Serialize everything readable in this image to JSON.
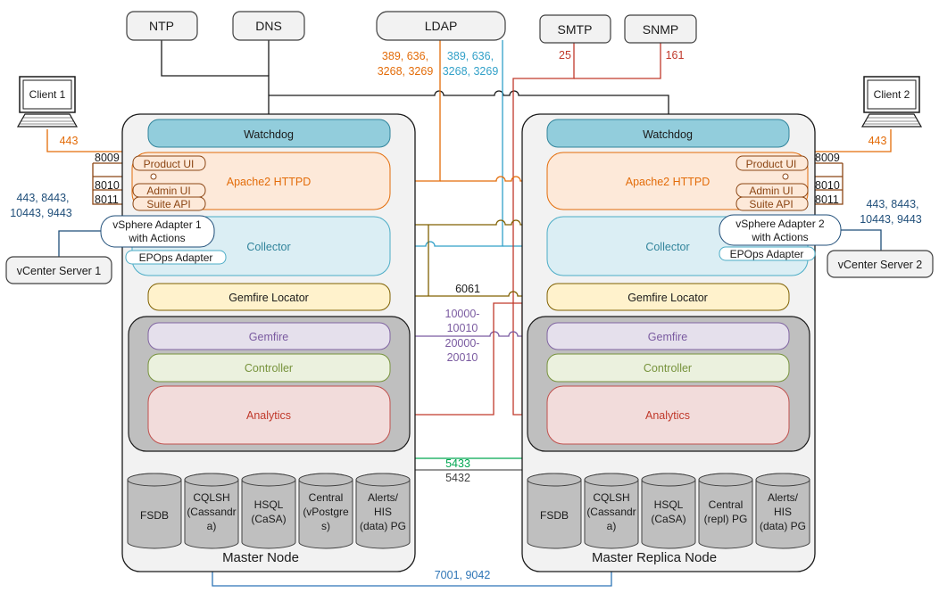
{
  "external": {
    "ntp": "NTP",
    "dns": "DNS",
    "ldap": "LDAP",
    "smtp": "SMTP",
    "snmp": "SNMP",
    "client1": "Client 1",
    "client2": "Client 2",
    "vcenter1": "vCenter Server 1",
    "vcenter2": "vCenter Server 2"
  },
  "ports": {
    "ldap_left": [
      "389, 636,",
      "3268, 3269"
    ],
    "ldap_right": [
      "389, 636,",
      "3268, 3269"
    ],
    "smtp": "25",
    "snmp": "161",
    "client": "443",
    "p8009": "8009",
    "p8010": "8010",
    "p8011": "8011",
    "vcenter": [
      "443, 8443,",
      "10443, 9443"
    ],
    "gemfire_locator": "6061",
    "gemfire": [
      "10000-",
      "10010",
      "20000-",
      "20010"
    ],
    "pg_5433": "5433",
    "pg_5432": "5432",
    "cassandra": "7001, 9042"
  },
  "nodes": {
    "master": {
      "label": "Master Node",
      "watchdog": "Watchdog",
      "apache": "Apache2 HTTPD",
      "product_ui": "Product UI",
      "admin_ui": "Admin UI",
      "suite_api": "Suite API",
      "collector": "Collector",
      "adapter": [
        "vSphere Adapter 1",
        "with Actions"
      ],
      "epops": "EPOps Adapter",
      "locator": "Gemfire Locator",
      "gemfire": "Gemfire",
      "controller": "Controller",
      "analytics": "Analytics",
      "dbs": [
        [
          "FSDB"
        ],
        [
          "CQLSH",
          "(Cassandr",
          "a)"
        ],
        [
          "HSQL",
          "(CaSA)"
        ],
        [
          "Central",
          "(vPostgre",
          "s)"
        ],
        [
          "Alerts/",
          "HIS",
          "(data) PG"
        ]
      ]
    },
    "replica": {
      "label": "Master Replica Node",
      "watchdog": "Watchdog",
      "apache": "Apache2 HTTPD",
      "product_ui": "Product UI",
      "admin_ui": "Admin UI",
      "suite_api": "Suite API",
      "collector": "Collector",
      "adapter": [
        "vSphere Adapter 2",
        "with Actions"
      ],
      "epops": "EPOps Adapter",
      "locator": "Gemfire Locator",
      "gemfire": "Gemfire",
      "controller": "Controller",
      "analytics": "Analytics",
      "dbs": [
        [
          "FSDB"
        ],
        [
          "CQLSH",
          "(Cassandr",
          "a)"
        ],
        [
          "HSQL",
          "(CaSA)"
        ],
        [
          "Central",
          "(repl) PG"
        ],
        [
          "Alerts/",
          "HIS",
          "(data) PG"
        ]
      ]
    }
  },
  "colors": {
    "black": "#1a1a1a",
    "orange": "#e36c09",
    "blue": "#31a0c8",
    "red": "#c0392b",
    "olive": "#806000",
    "purple": "#7a5aa0",
    "green": "#00a651",
    "gray": "#595959",
    "navy": "#2e75b6",
    "teal_text": "#1f4e79",
    "watchdog_fill": "#92cddc",
    "apache_fill": "#fde9d9",
    "apache_stroke": "#e36c09",
    "collector_fill": "#dbeef4",
    "collector_stroke": "#4bacc6",
    "locator_fill": "#fff2cc",
    "locator_stroke": "#7f6000",
    "gemfire_fill": "#e5e0ec",
    "gemfire_stroke": "#8064a2",
    "controller_fill": "#ebf1de",
    "controller_stroke": "#77933c",
    "analytics_fill": "#f2dcdb",
    "analytics_stroke": "#c0504d",
    "node_fill": "#f2f2f2",
    "cluster_fill": "#bfbfbf",
    "db_fill": "#bfbfbf"
  }
}
